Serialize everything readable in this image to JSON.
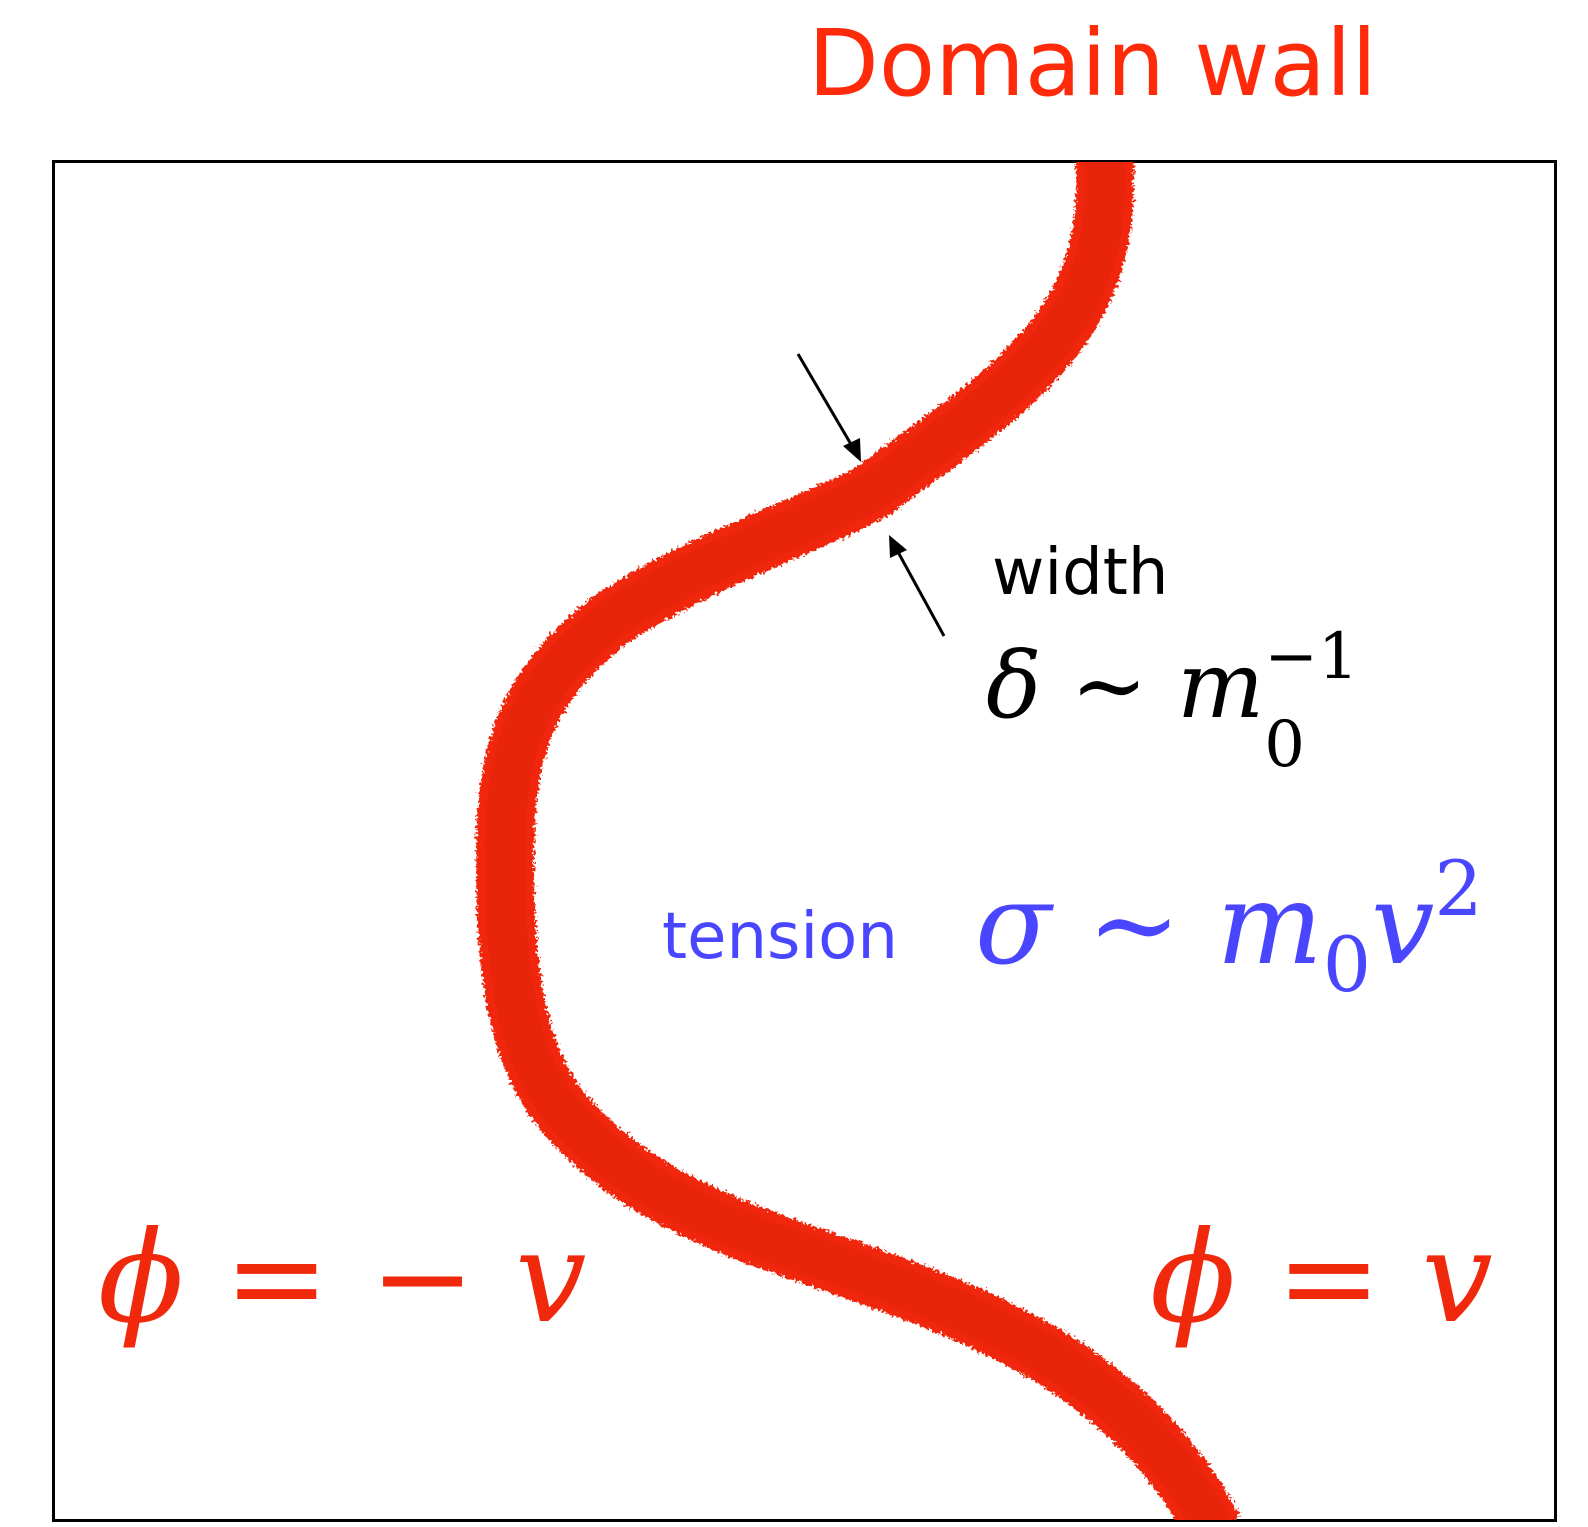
{
  "title": "Domain wall",
  "width_label": "width",
  "width_formula": {
    "lhs": "δ",
    "rel": "∼",
    "base": "m",
    "sub": "0",
    "sup": "−1"
  },
  "tension_label": "tension",
  "tension_formula": {
    "lhs": "σ",
    "rel": "∼",
    "m": "m",
    "m_sub": "0",
    "v": "v",
    "v_sup": "2"
  },
  "left_region": {
    "phi": "ϕ",
    "eq": "=",
    "minus": "−",
    "v": "v"
  },
  "right_region": {
    "phi": "ϕ",
    "eq": "=",
    "v": "v"
  },
  "colors": {
    "wall": "#f0280c",
    "title": "#ff2a0a",
    "tension": "#4a46ff",
    "text": "#000000"
  }
}
